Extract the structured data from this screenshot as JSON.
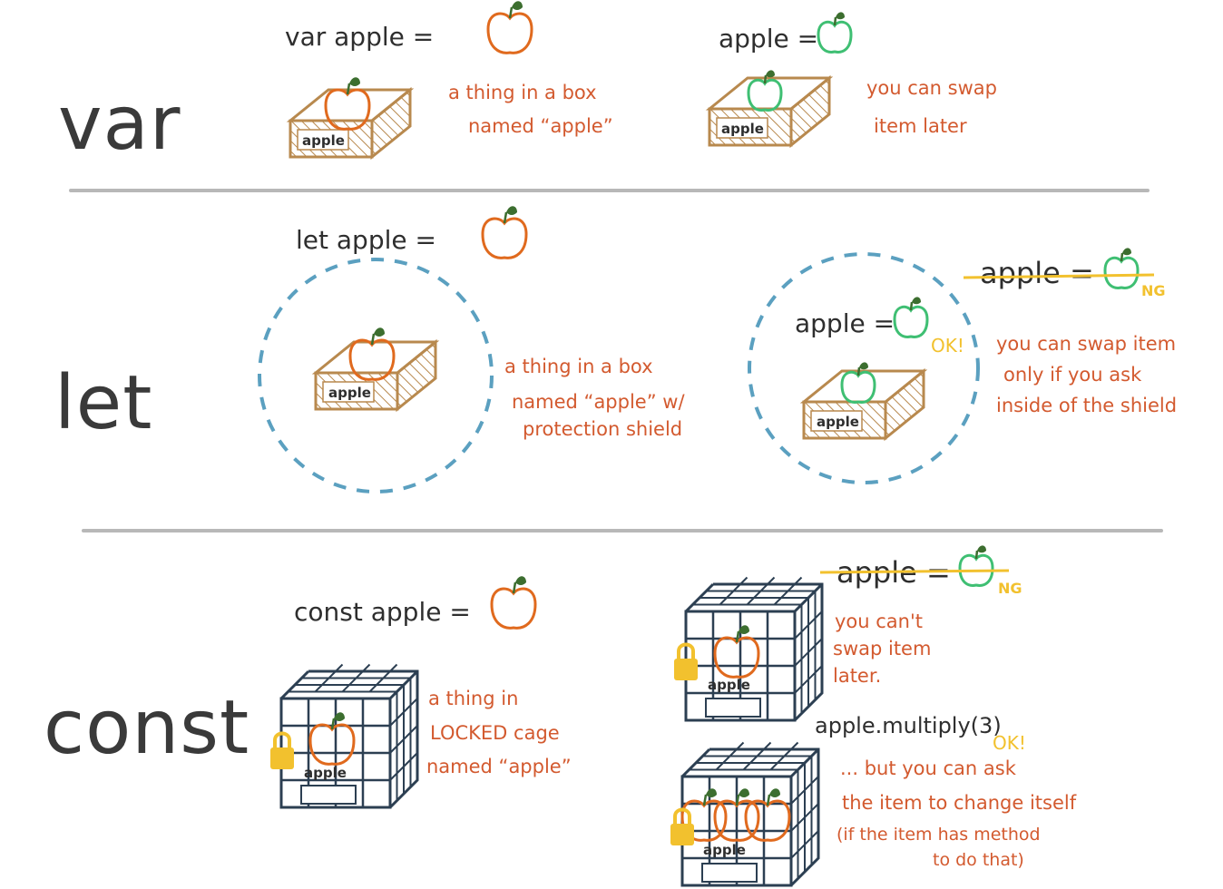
{
  "colors": {
    "ink": "#2e2e2e",
    "note_orange": "#d35a2f",
    "apple_red": "#e06a1e",
    "apple_green": "#3fbf73",
    "leaf": "#3c6e2f",
    "box": "#b8894e",
    "shield": "#5ba0c0",
    "cage": "#2c3f52",
    "lock": "#f2c12e",
    "divider": "#b8b8b8"
  },
  "sections": {
    "var": {
      "title": "var",
      "code_left": "var apple =",
      "box_label_left": "apple",
      "note_left": [
        "a thing in a box",
        "named “apple”"
      ],
      "code_right": "apple =",
      "box_label_right": "apple",
      "note_right": [
        "you can swap",
        "item later"
      ]
    },
    "let": {
      "title": "let",
      "code_left": "let apple =",
      "box_label_left": "apple",
      "note_left": [
        "a thing in a box",
        "named “apple” w/",
        "protection shield"
      ],
      "struck_code": "apple =",
      "ng": "NG",
      "code_inside": "apple =",
      "ok": "OK!",
      "box_label_right": "apple",
      "note_right": [
        "you can swap item",
        "only if you ask",
        "inside of the shield"
      ]
    },
    "const": {
      "title": "const",
      "code_left": "const apple =",
      "cage_label_left": "apple",
      "note_left": [
        "a thing in",
        "LOCKED cage",
        "named “apple”"
      ],
      "struck_code": "apple =",
      "ng": "NG",
      "cage_label_top_right": "apple",
      "note_top_right": [
        "you can't",
        "swap item",
        "later."
      ],
      "method_code": "apple.multiply(3)",
      "ok": "OK!",
      "cage_label_bottom_right": "apple",
      "note_bottom_right": [
        "... but you can ask",
        "the item to change itself",
        "(if the item has method",
        "to do that)"
      ]
    }
  }
}
